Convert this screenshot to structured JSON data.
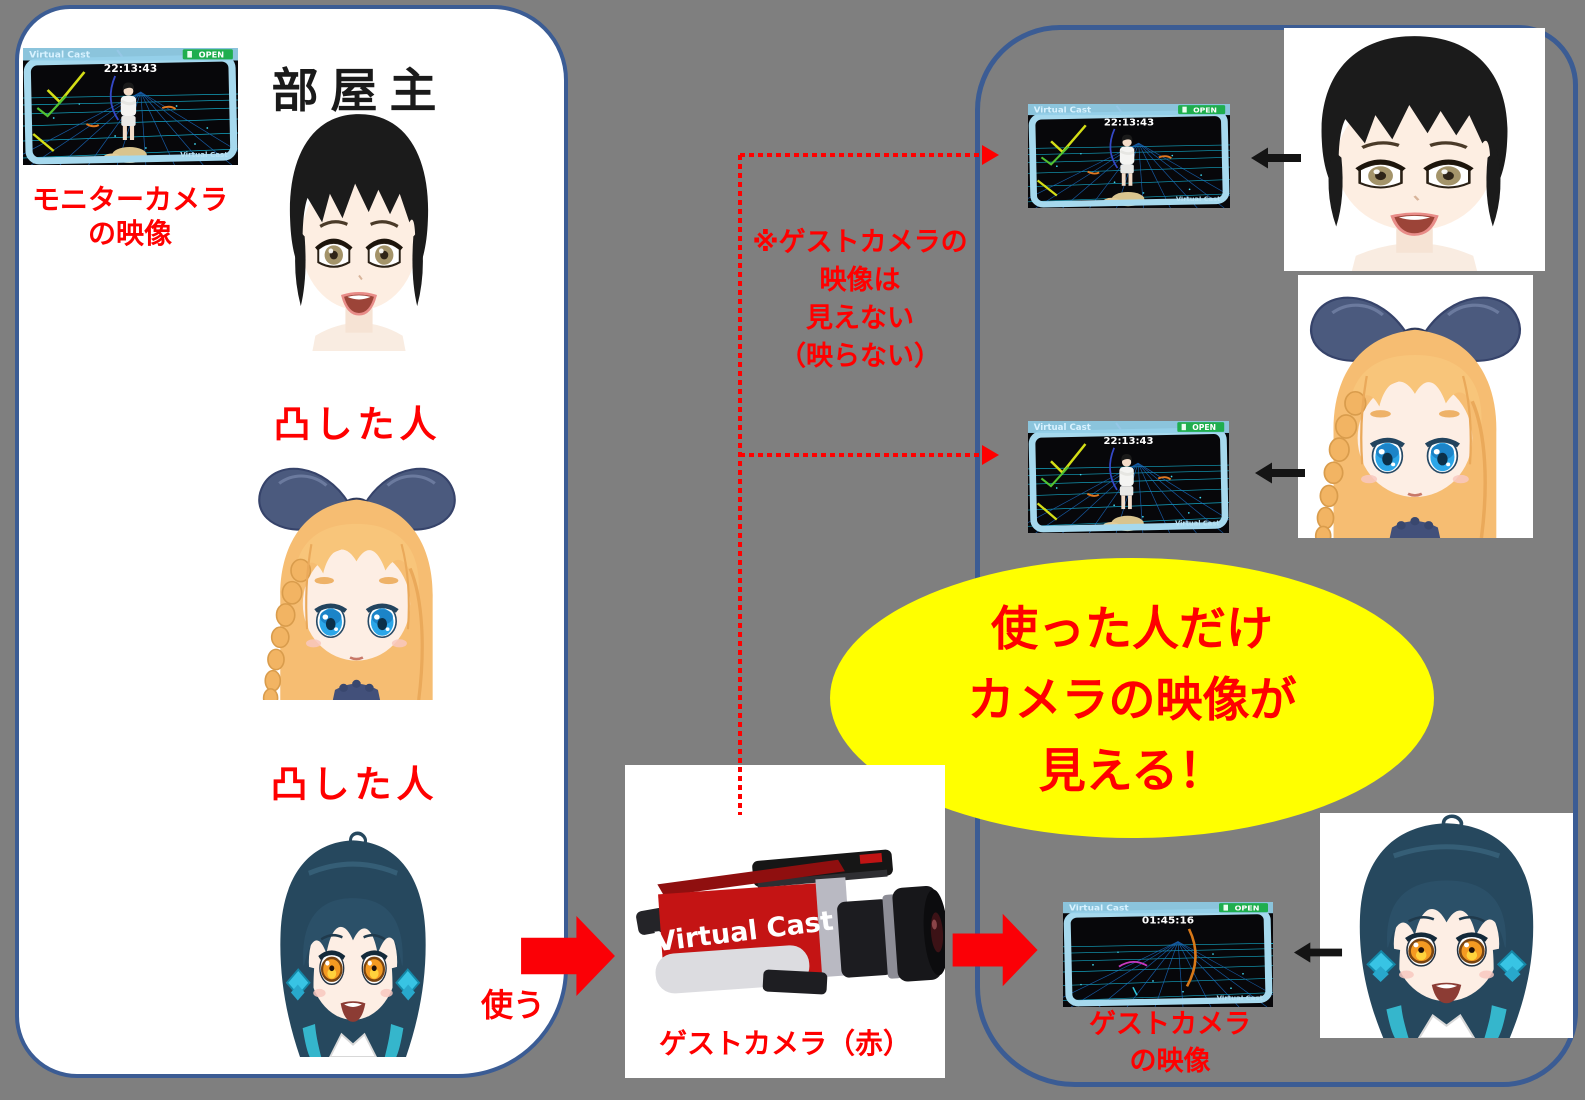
{
  "colors": {
    "background": "#7f7f7f",
    "panel_border": "#3b5c94",
    "annotation_red": "#ff0000",
    "highlight_yellow": "#ffff00",
    "open_green": "#1fae4e",
    "monitor_frame": "#a6d9ee",
    "camera_red": "#c41414"
  },
  "left_panel": {
    "owner_title": "部屋主",
    "monitor_caption": [
      "モニターカメラ",
      "の映像"
    ],
    "visitor_labels": [
      "凸した人",
      "凸した人"
    ],
    "use_label": "使う"
  },
  "monitors": {
    "app_title": "Virtual Cast",
    "open_badge": "OPEN",
    "room_time": "22:13:43",
    "guest_time": "01:45:16"
  },
  "guest_camera": {
    "brand": "Virtual Cast",
    "label": "ゲストカメラ（赤）"
  },
  "note": {
    "lines": [
      "※ゲストカメラの",
      "映像は",
      "見えない",
      "（映らない）"
    ]
  },
  "highlight": {
    "lines": [
      "使った人だけ",
      "カメラの映像が",
      "見える！"
    ]
  },
  "guest_view_caption": {
    "lines": [
      "ゲストカメラ",
      "の映像"
    ]
  }
}
